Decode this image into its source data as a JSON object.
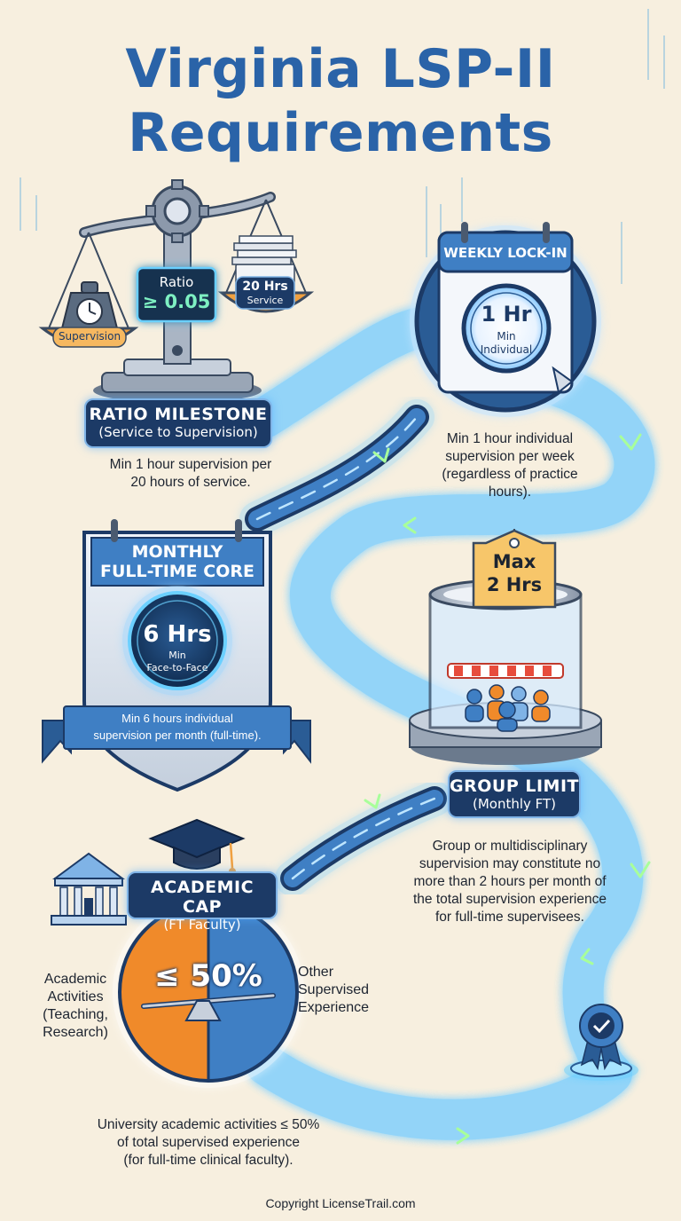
{
  "title": {
    "line1": "Virginia LSP-II",
    "line2": "Requirements"
  },
  "ratio_milestone": {
    "badge_label": "Ratio",
    "badge_value": "≥ 0.05",
    "left_pan_label": "Supervision",
    "right_pan_label": "20 Hrs",
    "right_pan_sub": "Service",
    "title": "RATIO MILESTONE",
    "subtitle": "(Service to Supervision)",
    "caption_line1": "Min 1 hour supervision per",
    "caption_line2": "20 hours of service."
  },
  "weekly_lock_in": {
    "banner": "WEEKLY LOCK-IN",
    "clock_value": "1 Hr",
    "clock_sub1": "Min",
    "clock_sub2": "Individual",
    "caption_line1": "Min 1 hour individual",
    "caption_line2": "supervision per week",
    "caption_line3": "(regardless of practice",
    "caption_line4": "hours)."
  },
  "monthly_core": {
    "banner_line1": "MONTHLY",
    "banner_line2": "FULL-TIME CORE",
    "clock_value": "6 Hrs",
    "clock_sub1": "Min",
    "clock_sub2": "Face-to-Face",
    "ribbon_line1": "Min 6 hours individual",
    "ribbon_line2": "supervision per month (full-time)."
  },
  "group_limit": {
    "tag_line1": "Max",
    "tag_line2": "2 Hrs",
    "title": "GROUP LIMIT",
    "subtitle": "(Monthly FT)",
    "caption_line1": "Group or multidisciplinary",
    "caption_line2": "supervision may constitute no",
    "caption_line3": "more than 2 hours per month of",
    "caption_line4": "the total supervision experience",
    "caption_line5": "for full-time supervisees."
  },
  "academic_cap": {
    "title": "ACADEMIC CAP",
    "subtitle": "(FT Faculty)",
    "pie_label": "≤ 50%",
    "left_line1": "Academic",
    "left_line2": "Activities",
    "left_line3": "(Teaching,",
    "left_line4": "Research)",
    "right_line1": "Other",
    "right_line2": "Supervised",
    "right_line3": "Experience",
    "caption_line1": "University academic activities ≤ 50%",
    "caption_line2": "of total supervised experience",
    "caption_line3": "(for full-time clinical faculty)."
  },
  "copyright": "Copyright LicenseTrail.com",
  "colors": {
    "background": "#f7efdf",
    "title_blue": "#2a63a8",
    "path_dark": "#1c3a66",
    "path_glow": "#5fc0ff",
    "accent_orange": "#f08a2a",
    "accent_green": "#3ddc84",
    "tag_yellow": "#f7c66a"
  }
}
